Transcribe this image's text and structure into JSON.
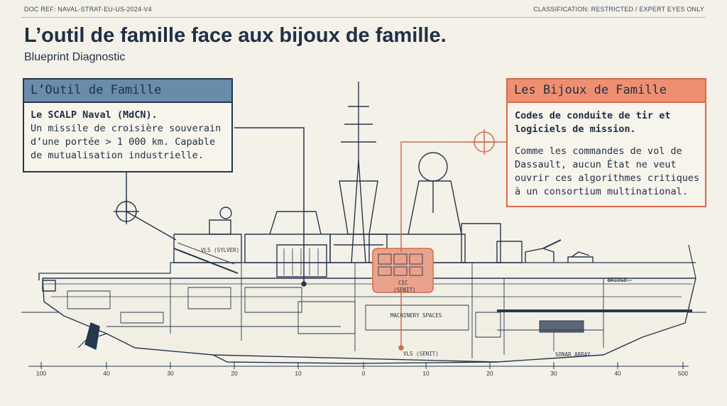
{
  "header": {
    "doc_ref": "DOC REF: NAVAL-STRAT-EU-US-2024-V4",
    "classification": "CLASSIFICATION: RESTRICTED / EXPERT EYES ONLY"
  },
  "title": "L’outil de famille face aux bijoux de famille.",
  "subtitle": "Blueprint Diagnostic",
  "left_box": {
    "heading": "L’Outil de Famille",
    "lead": "Le SCALP Naval (MdCN).",
    "body_lines": [
      "Un missile de croisière souverain",
      "d’une portée > 1 000 km. Capable",
      "de mutualisation industrielle."
    ]
  },
  "right_box": {
    "heading": "Les Bijoux de Famille",
    "lead_lines": [
      "Codes de conduite de tir et",
      "logiciels de mission."
    ],
    "body_lines": [
      "Comme les commandes de vol de",
      "Dassault, aucun État ne veut",
      "ouvrir ces algorithmes critiques",
      "à un consortium multinational."
    ]
  },
  "ship_labels": {
    "vls_sylver": "VLS (SYLVER)",
    "cic_line1": "CIC",
    "cic_line2": "(SENIT)",
    "machinery": "MACHINERY SPACES",
    "bridge": "BRIDGE",
    "vls_senit": "VLS (SENIT)",
    "sonar": "SONAR ARRAY"
  },
  "scale_ticks": [
    "100",
    "40",
    "30",
    "20",
    "10",
    "0",
    "10",
    "20",
    "30",
    "40",
    "500"
  ],
  "colors": {
    "navy": "#26374e",
    "accent": "#d56a4e",
    "steel_blue": "#6a8cab",
    "paper": "#f4f1e8"
  }
}
